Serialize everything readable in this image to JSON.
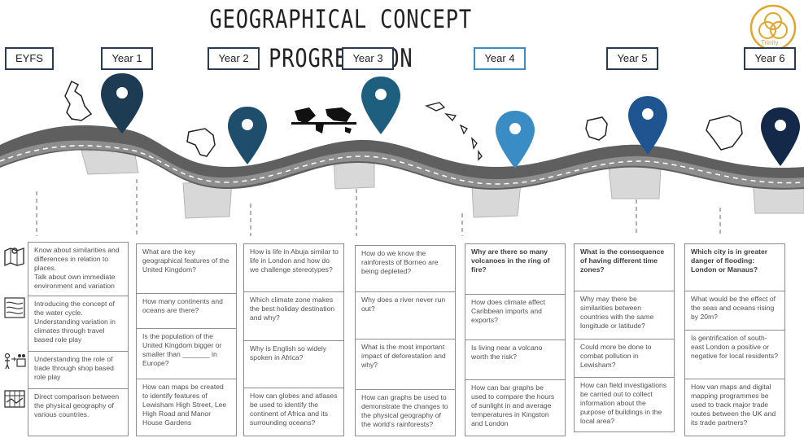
{
  "title": "GEOGRAPHICAL CONCEPT PROGRESSION",
  "logo": {
    "text": "Trinity",
    "color": "#e2a52a"
  },
  "years": [
    "EYFS",
    "Year 1",
    "Year 2",
    "Year 3",
    "Year 4",
    "Year 5",
    "Year 6"
  ],
  "colors": {
    "pin_dark": "#1d3b53",
    "pin_mid": "#1e5f80",
    "pin_light": "#3a8cc4",
    "road": "#6e6e6e",
    "road_light": "#9a9a9a"
  },
  "icons": [
    "map-location-icon",
    "water-contour-icon",
    "trade-people-icon",
    "comparison-icon"
  ],
  "columns": [
    {
      "cells": [
        "Know about similarities and differences in relation to places.\nTalk about own immediate environment and variation",
        "Introducing the concept of the water cycle. Understanding variation in climates through travel based role play",
        "Understanding the role of trade through shop based role play",
        "Direct comparison between the physical geography of various countries."
      ]
    },
    {
      "cells": [
        "What are the key geographical features of the United Kingdom?",
        "How many continents and oceans are there?",
        "Is the population of the United Kingdom bigger or smaller than _______ in Europe?",
        "How can maps be created to identify features of Lewisham High Street, Lee High Road and Manor House Gardens"
      ]
    },
    {
      "cells": [
        "How is life in Abuja similar to life in London and how do we challenge stereotypes?",
        "Which climate zone makes the best holiday destination and why?",
        "Why is English so widely spoken in Africa?",
        "How can globes and atlases be used to identify the continent of Africa and its surrounding oceans?"
      ]
    },
    {
      "cells": [
        "How do we know the rainforests of Borneo are being depleted?",
        "Why does a river never run out?",
        "What is the most important impact of deforestation and why?",
        "How can graphs be used to demonstrate the changes to the physical geography of the world’s rainforests?"
      ]
    },
    {
      "cells": [
        "Why are there so many volcanoes in the ring of fire?",
        "How does climate affect Caribbean imports and exports?",
        "Is living near a volcano worth the risk?",
        "How can bar graphs be used to compare the hours of sunlight in and average temperatures in Kingston and London"
      ]
    },
    {
      "cells": [
        "What is the consequence of having different time zones?",
        "Why may there be similarities between countries with the same longitude or latitude?",
        "Could more be done to combat pollution in Lewisham?",
        "How can field investigations be carried out to collect information about the purpose of buildings in the local area?"
      ]
    },
    {
      "cells": [
        "Which city is in greater danger of flooding: London or Manaus?",
        "What would be the effect of the seas and oceans rising by 20m?",
        "Is gentrification of south-east London a positive or negative for local residents?",
        "How van maps and digital mapping programmes be used to track major trade routes between the UK and its trade partners?"
      ]
    }
  ]
}
